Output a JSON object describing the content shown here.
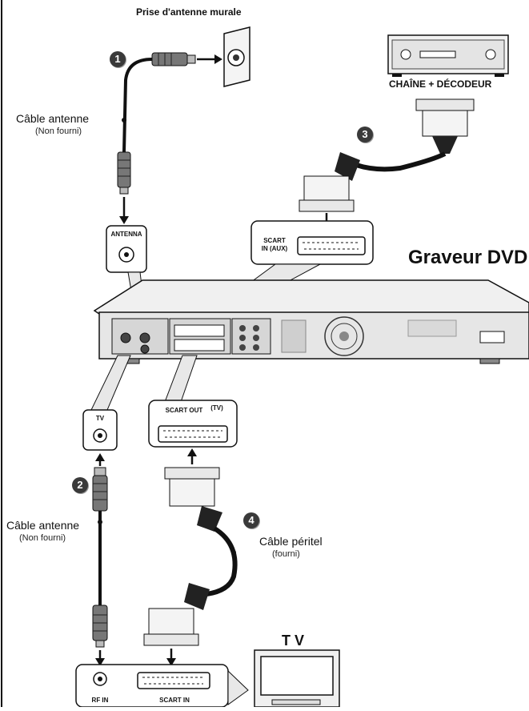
{
  "labels": {
    "wall_socket": "Prise d'antenne murale",
    "decoder": "CHAÎNE + DÉCODEUR",
    "recorder": "Graveur DVD",
    "tv": "T V",
    "antenna_cable_1": "Câble antenne",
    "antenna_cable_1_note": "(Non fourni)",
    "antenna_cable_2": "Câble antenne",
    "antenna_cable_2_note": "(Non fourni)",
    "scart_cable": "Câble péritel",
    "scart_cable_note": "(fourni)"
  },
  "ports": {
    "antenna": "ANTENNA",
    "scart_in_aux_1": "SCART",
    "scart_in_aux_2": "IN (AUX)",
    "tv": "TV",
    "scart_out": "SCART OUT",
    "scart_out_tv": "(TV)",
    "rf_in": "RF IN",
    "scart_in": "SCART IN"
  },
  "steps": [
    "1",
    "2",
    "3",
    "4"
  ],
  "colors": {
    "line": "#111111",
    "panel": "#d9d9d9",
    "device": "#f2f2f2",
    "step_bg": "#3a3a3a"
  }
}
